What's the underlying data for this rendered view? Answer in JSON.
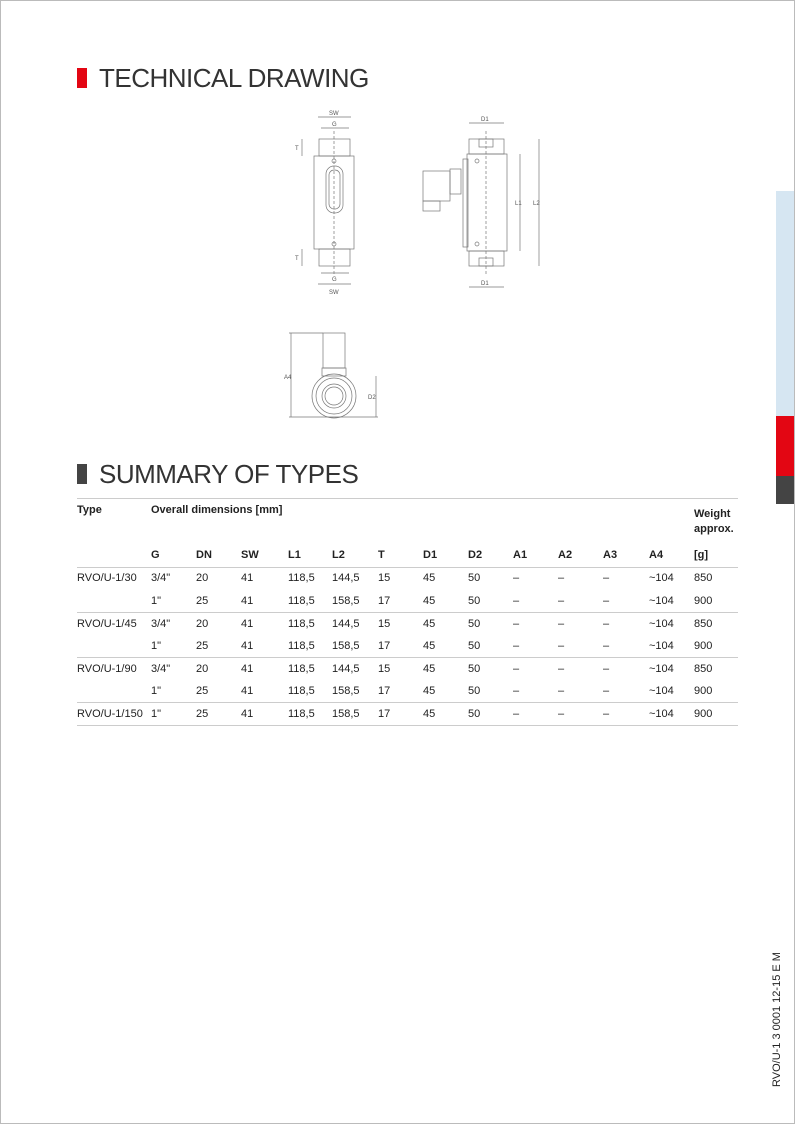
{
  "colors": {
    "accent_red": "#e30613",
    "dark_bar": "#444444",
    "side_blue": "#d6e6f2"
  },
  "drawing": {
    "title": "TECHNICAL DRAWING",
    "labels": {
      "sw": "SW",
      "g": "G",
      "t": "T",
      "d1": "D1",
      "l1": "L1",
      "l2": "L2",
      "a4": "A4",
      "d2": "D2"
    }
  },
  "summary": {
    "title": "SUMMARY OF TYPES",
    "header": {
      "type": "Type",
      "overall": "Overall dimensions [mm]",
      "weight1": "Weight",
      "weight2": "approx."
    },
    "columns": [
      "G",
      "DN",
      "SW",
      "L1",
      "L2",
      "T",
      "D1",
      "D2",
      "A1",
      "A2",
      "A3",
      "A4",
      "[g]"
    ],
    "rows": [
      [
        "RVO/U-1/30",
        "3/4\"",
        "20",
        "41",
        "118,5",
        "144,5",
        "15",
        "45",
        "50",
        "–",
        "–",
        "–",
        "~104",
        "850"
      ],
      [
        "",
        "1\"",
        "25",
        "41",
        "118,5",
        "158,5",
        "17",
        "45",
        "50",
        "–",
        "–",
        "–",
        "~104",
        "900"
      ],
      [
        "RVO/U-1/45",
        "3/4\"",
        "20",
        "41",
        "118,5",
        "144,5",
        "15",
        "45",
        "50",
        "–",
        "–",
        "–",
        "~104",
        "850"
      ],
      [
        "",
        "1\"",
        "25",
        "41",
        "118,5",
        "158,5",
        "17",
        "45",
        "50",
        "–",
        "–",
        "–",
        "~104",
        "900"
      ],
      [
        "RVO/U-1/90",
        "3/4\"",
        "20",
        "41",
        "118,5",
        "144,5",
        "15",
        "45",
        "50",
        "–",
        "–",
        "–",
        "~104",
        "850"
      ],
      [
        "",
        "1\"",
        "25",
        "41",
        "118,5",
        "158,5",
        "17",
        "45",
        "50",
        "–",
        "–",
        "–",
        "~104",
        "900"
      ],
      [
        "RVO/U-1/150",
        "1\"",
        "25",
        "41",
        "118,5",
        "158,5",
        "17",
        "45",
        "50",
        "–",
        "–",
        "–",
        "~104",
        "900"
      ]
    ]
  },
  "footer": {
    "doc_code": "RVO/U-1 3 0001 12-15 E M"
  }
}
